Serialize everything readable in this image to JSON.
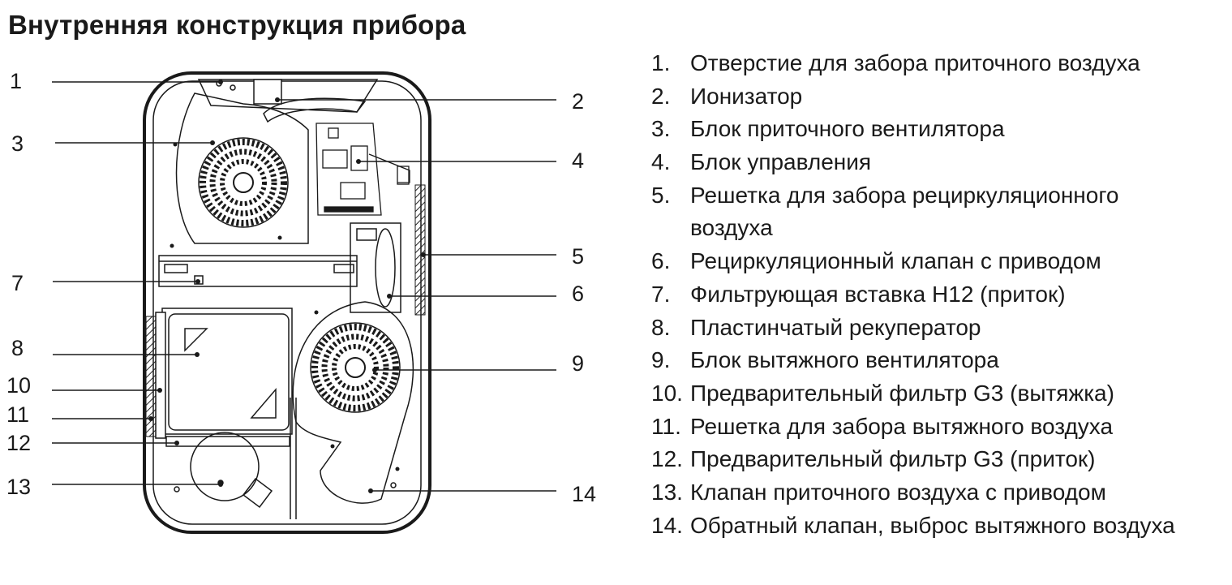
{
  "title": "Внутренняя конструкция прибора",
  "callout_numbers": [
    "1",
    "2",
    "3",
    "4",
    "5",
    "6",
    "7",
    "8",
    "9",
    "10",
    "11",
    "12",
    "13",
    "14"
  ],
  "legend": [
    {
      "num": "1.",
      "text": "Отверстие для забора приточного воздуха"
    },
    {
      "num": "2.",
      "text": "Ионизатор"
    },
    {
      "num": "3.",
      "text": "Блок приточного вентилятора"
    },
    {
      "num": "4.",
      "text": "Блок управления"
    },
    {
      "num": "5.",
      "text": "Решетка для забора рециркуляционного воздуха"
    },
    {
      "num": "6.",
      "text": "Рециркуляционный клапан с приводом"
    },
    {
      "num": "7.",
      "text": "Фильтрующая вставка H12 (приток)"
    },
    {
      "num": "8.",
      "text": "Пластинчатый рекуператор"
    },
    {
      "num": "9.",
      "text": "Блок вытяжного вентилятора"
    },
    {
      "num": "10.",
      "text": "Предварительный фильтр G3 (вытяжка)"
    },
    {
      "num": "11.",
      "text": "Решетка для забора вытяжного воздуха"
    },
    {
      "num": "12.",
      "text": "Предварительный фильтр G3 (приток)"
    },
    {
      "num": "13.",
      "text": "Клапан приточного воздуха с приводом"
    },
    {
      "num": "14.",
      "text": "Обратный клапан, выброс вытяжного воздуха"
    }
  ]
}
